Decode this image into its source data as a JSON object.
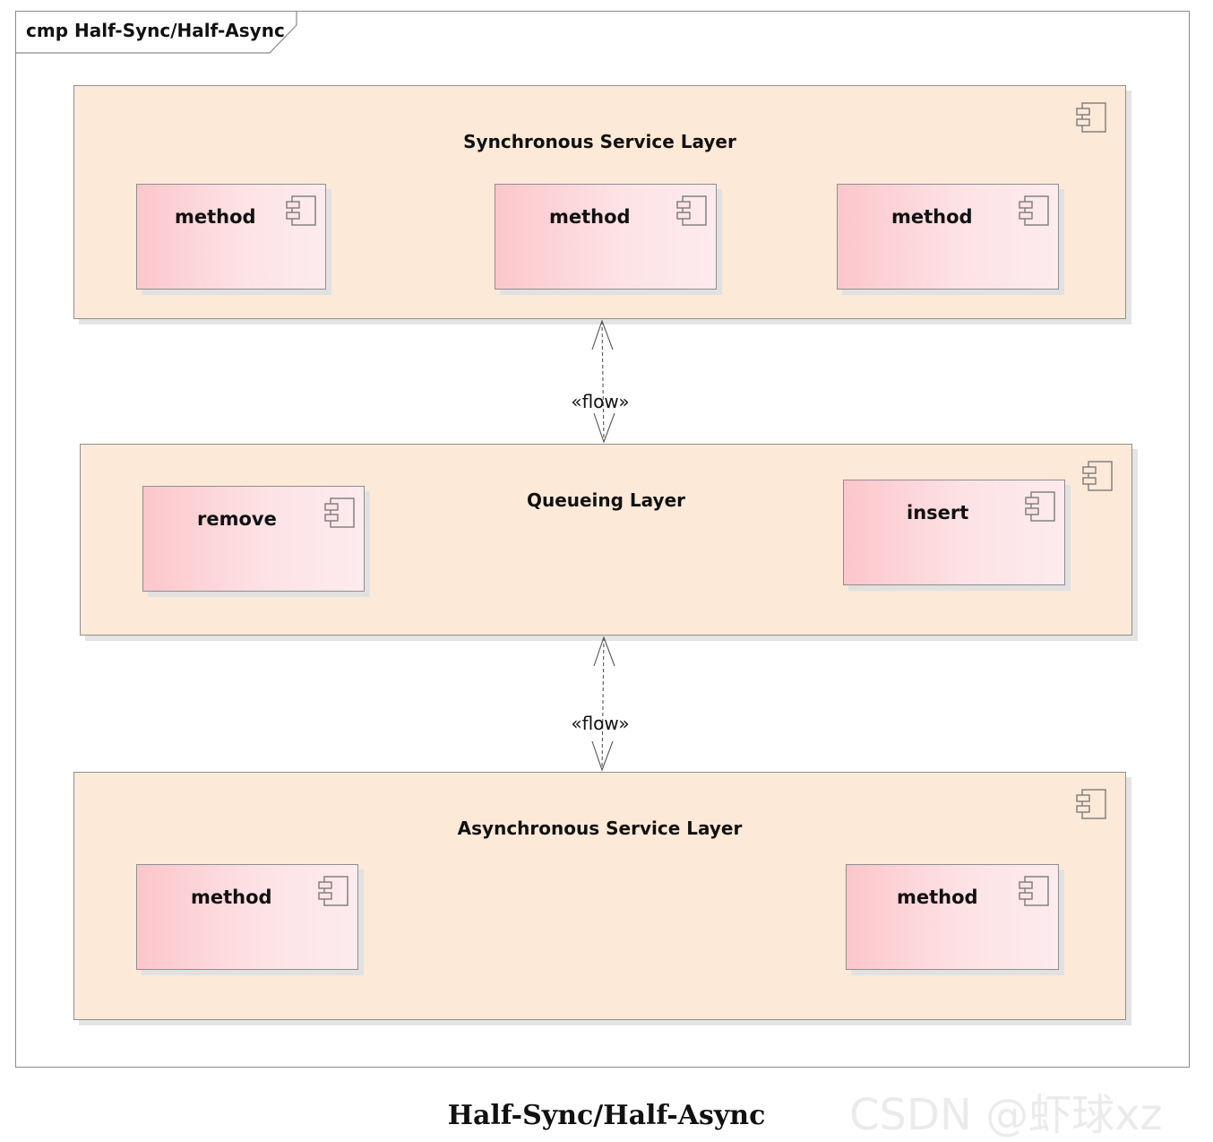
{
  "diagram": {
    "frame_label": "cmp Half-Sync/Half-Async",
    "caption": "Half-Sync/Half-Async",
    "watermark": "CSDN @虾球xz",
    "flow_labels": [
      "«flow»",
      "«flow»"
    ],
    "layers": [
      {
        "title": "Synchronous Service Layer",
        "components": [
          "method",
          "method",
          "method"
        ]
      },
      {
        "title": "Queueing Layer",
        "components": [
          "remove",
          "insert"
        ]
      },
      {
        "title": "Asynchronous Service Layer",
        "components": [
          "method",
          "method"
        ]
      }
    ]
  },
  "colors": {
    "layer_fill": "#fde9d7",
    "component_fill_start": "#fbc6cb",
    "component_fill_end": "#fdebee",
    "border": "#8f8f8f"
  },
  "icons": [
    "component-icon"
  ]
}
